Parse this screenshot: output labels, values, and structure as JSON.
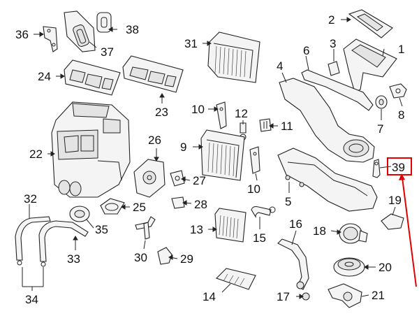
{
  "callouts": {
    "c1": "1",
    "c2": "2",
    "c3": "3",
    "c4": "4",
    "c5": "5",
    "c6": "6",
    "c7": "7",
    "c8": "8",
    "c9": "9",
    "c10a": "10",
    "c10b": "10",
    "c11": "11",
    "c12": "12",
    "c13": "13",
    "c14": "14",
    "c15": "15",
    "c16": "16",
    "c17": "17",
    "c18": "18",
    "c19": "19",
    "c20": "20",
    "c21": "21",
    "c22": "22",
    "c23": "23",
    "c24": "24",
    "c25": "25",
    "c26": "26",
    "c27": "27",
    "c28": "28",
    "c29": "29",
    "c30": "30",
    "c31": "31",
    "c32": "32",
    "c33": "33",
    "c34": "34",
    "c35": "35",
    "c36": "36",
    "c37": "37",
    "c38": "38",
    "c39": "39"
  },
  "highlight": {
    "part_number": "39",
    "color": "#e30000"
  }
}
